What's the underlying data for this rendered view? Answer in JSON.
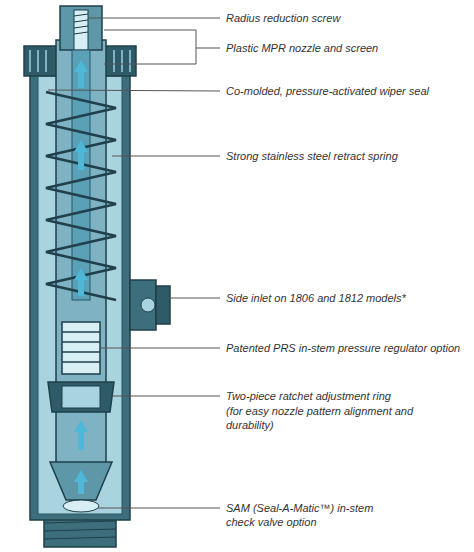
{
  "diagram": {
    "labels": [
      "Radius reduction screw",
      "Plastic MPR nozzle and screen",
      "Co-molded, pressure-activated wiper seal",
      "Strong stainless steel retract spring",
      "Side inlet on 1806 and 1812 models*",
      "Patented PRS in-stem pressure regulator option",
      "Two-piece ratchet adjustment ring",
      "(for easy nozzle pattern alignment and durability)",
      "SAM (Seal-A-Matic™) in-stem check valve option"
    ]
  }
}
